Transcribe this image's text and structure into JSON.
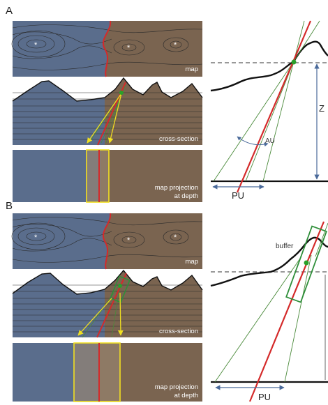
{
  "panels": [
    {
      "letter": "A",
      "map_label": "map",
      "section_label": "cross-section",
      "projection_label_line1": "map projection",
      "projection_label_line2": "at depth",
      "z_label": "Z",
      "au_label": "AU",
      "pu_label": "PU"
    },
    {
      "letter": "B",
      "map_label": "map",
      "section_label": "cross-section",
      "projection_label_line1": "map projection",
      "projection_label_line2": "at depth",
      "buffer_label": "buffer",
      "pu_label": "PU"
    }
  ],
  "map_star_symbols": [
    "*",
    "*",
    "*"
  ],
  "colors": {
    "blue_unit": "#5a6d8c",
    "brown_unit": "#7a6450",
    "contact_line": "#d42a2a",
    "cone_line": "#4a8a3a",
    "projection_arrow": "#f0e020",
    "uncertainty_box": "#f2e020",
    "buffer_box": "#2f8f3a",
    "arrow": "#4a6a9a",
    "topography": "#111111"
  }
}
